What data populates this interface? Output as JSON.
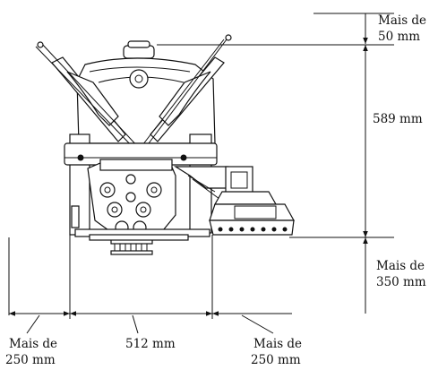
{
  "labels": {
    "top_clearance_line1": "Mais de",
    "top_clearance_line2": "50 mm",
    "height": "589 mm",
    "front_clearance_line1": "Mais de",
    "front_clearance_line2": "350 mm",
    "left_clearance_line1": "Mais de",
    "left_clearance_line2": "250 mm",
    "width": "512 mm",
    "right_clearance_line1": "Mais de",
    "right_clearance_line2": "250 mm"
  }
}
